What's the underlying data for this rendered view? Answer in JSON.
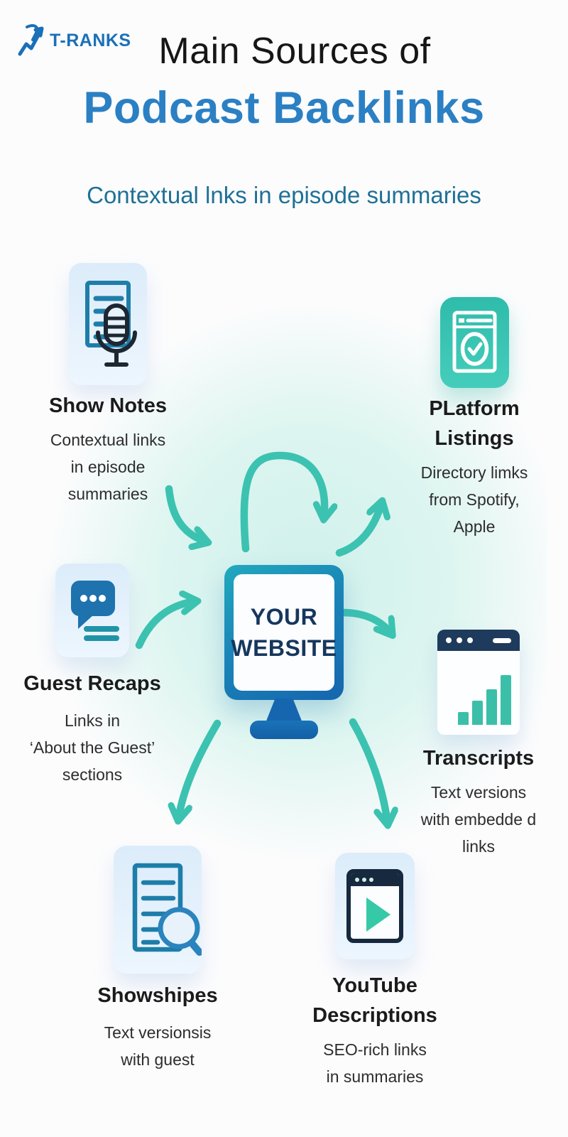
{
  "logo": {
    "text": "T-RANKS"
  },
  "header": {
    "title_line1": "Main Sources of",
    "title_line2": "Podcast Backlinks",
    "subtitle": "Contextual lnks in episode summaries"
  },
  "center": {
    "label": "YOUR\nWEBSITE"
  },
  "sources": [
    {
      "id": "show-notes",
      "title": "Show Notes",
      "description": "Contextual links\nin episode\nsummaries",
      "icon": "document-microphone-icon"
    },
    {
      "id": "platform-listings",
      "title": "PLatform\nListings",
      "description": "Directory limks\nfrom Spotify,\nApple",
      "icon": "browser-shield-check-icon"
    },
    {
      "id": "guest-recaps",
      "title": "Guest Recaps",
      "description": "Links in\n‘About the Guest’\nsections",
      "icon": "chat-bubble-icon"
    },
    {
      "id": "transcripts",
      "title": "Transcripts",
      "description": "Text versions\nwith embedde d\nlinks",
      "icon": "browser-bar-chart-icon"
    },
    {
      "id": "showshipes",
      "title": "Showshipes",
      "description": "Text versionsis\nwith guest",
      "icon": "document-magnifier-icon"
    },
    {
      "id": "youtube-descriptions",
      "title": "YouTube\nDescriptions",
      "description": "SEO-rich links\nin summaries",
      "icon": "video-player-play-icon"
    }
  ],
  "colors": {
    "arrow_teal": "#3cc2b1",
    "headline_blue": "#2b80c4",
    "subtitle_blue": "#1f7096",
    "monitor_gradient_start": "#21a9be",
    "monitor_gradient_end": "#1565ae",
    "navy_text": "#16365e",
    "icon_outline_blue": "#1e7ea9",
    "teal_card": "#2fbcab",
    "navy_dark": "#1e3a5c"
  }
}
